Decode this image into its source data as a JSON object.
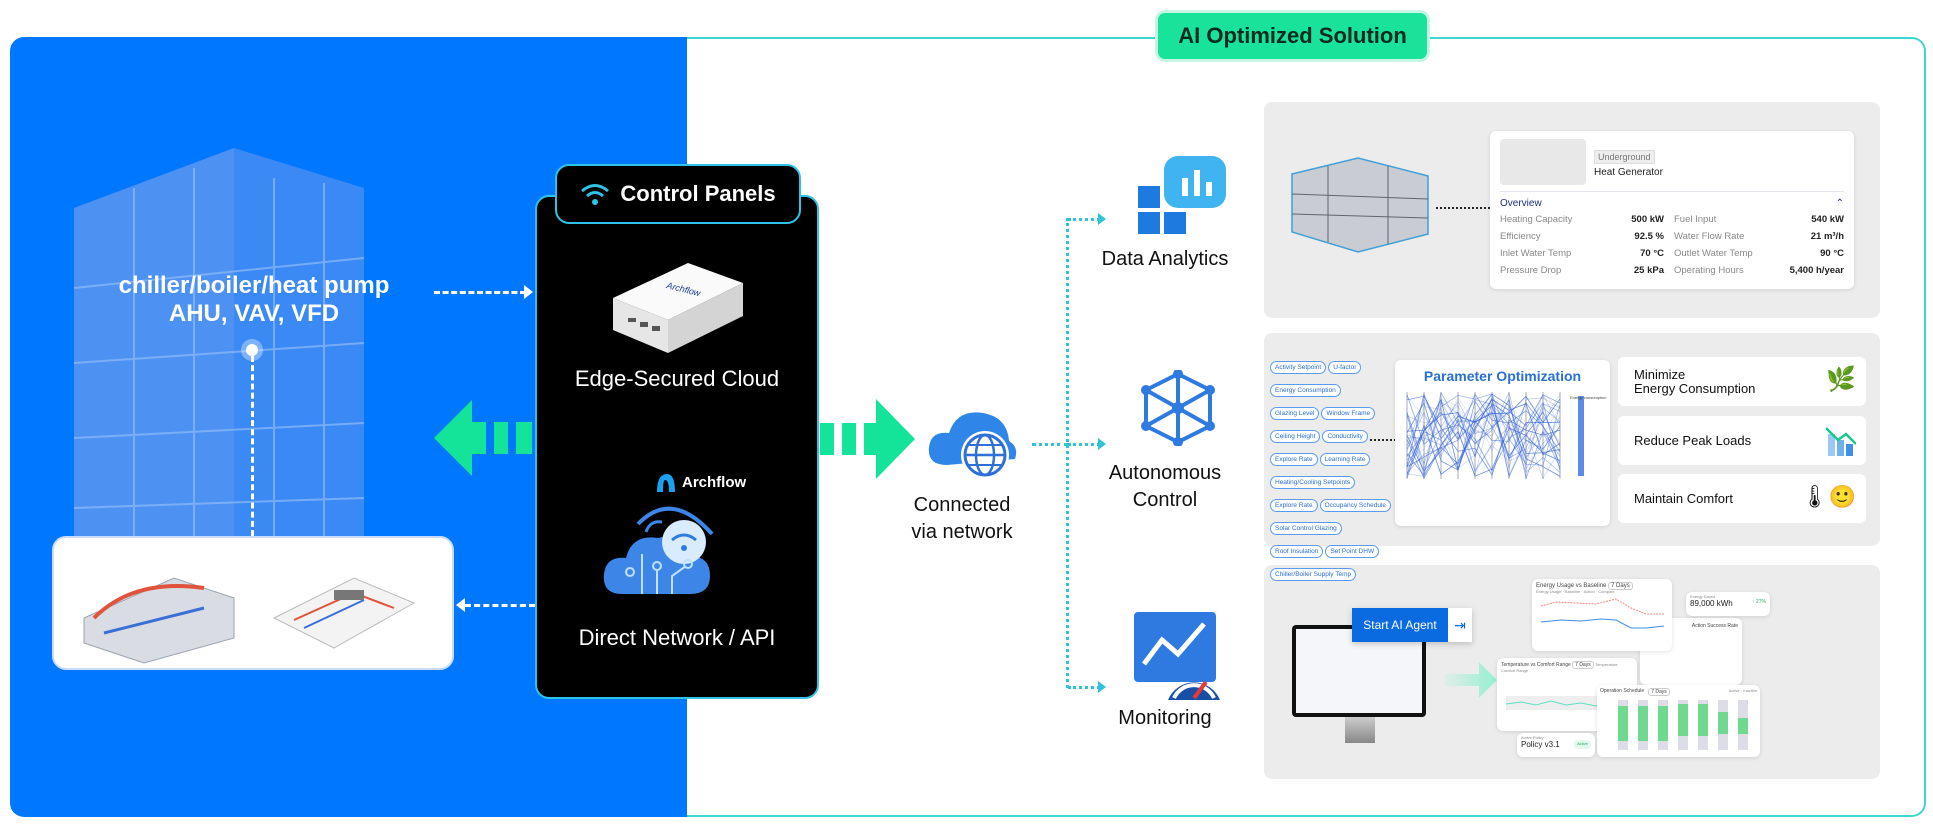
{
  "badge": "AI Optimized Solution",
  "building": {
    "line1": "chiller/boiler/heat pump",
    "line2": "AHU, VAV, VFD"
  },
  "control_panels": {
    "title": "Control Panels",
    "device_brand": "Archflow",
    "edge_label": "Edge-Secured Cloud",
    "brand": "Archflow",
    "direct_label": "Direct Network / API"
  },
  "network": {
    "line1": "Connected",
    "line2": "via network"
  },
  "features": [
    {
      "label": "Data Analytics",
      "icon": "bar-chart-icon"
    },
    {
      "label1": "Autonomous",
      "label2": "Control",
      "icon": "neural-network-icon"
    },
    {
      "label": "Monitoring",
      "icon": "gauge-icon"
    }
  ],
  "analytics_card": {
    "tag": "Underground",
    "name": "Heat Generator",
    "section": "Overview",
    "rows": [
      {
        "k1": "Heating Capacity",
        "v1": "500 kW",
        "k2": "Fuel Input",
        "v2": "540 kW"
      },
      {
        "k1": "Efficiency",
        "v1": "92.5 %",
        "k2": "Water Flow Rate",
        "v2": "21 m³/h"
      },
      {
        "k1": "Inlet Water Temp",
        "v1": "70 °C",
        "k2": "Outlet Water Temp",
        "v2": "90 °C"
      },
      {
        "k1": "Pressure Drop",
        "v1": "25 kPa",
        "k2": "Operating Hours",
        "v2": "5,400 h/year"
      }
    ]
  },
  "parameters": [
    [
      "Activity Setpoint",
      "U-factor"
    ],
    [
      "Energy Consumption"
    ],
    [
      "Glazing Level",
      "Window Frame"
    ],
    [
      "Ceiling Height",
      "Conductivity"
    ],
    [
      "Explore Rate",
      "Learning Rate"
    ],
    [
      "Heating/Cooling Setpoints"
    ],
    [
      "Explore Rate",
      "Occupancy Schedule"
    ],
    [
      "Solar Control Glazing"
    ],
    [
      "Roof Insulation",
      "Set Point DHW"
    ],
    [
      "Chiller/Boiler Supply Temp"
    ]
  ],
  "optimization": {
    "title": "Parameter Optimization",
    "legend": "Energy consumption"
  },
  "goals": [
    {
      "label": "Minimize\nEnergy Consumption",
      "icon": "leaf-plug-icon"
    },
    {
      "label": "Reduce Peak Loads",
      "icon": "declining-bars-icon"
    },
    {
      "label": "Maintain Comfort",
      "icon": "thermometer-smiley-icon"
    }
  ],
  "monitoring": {
    "start_button": "Start AI Agent",
    "energy_chart": {
      "title": "Energy Usage vs Baseline",
      "range": "7 Days",
      "legend": [
        "Energy Usage",
        "Baseline",
        "Action"
      ],
      "compare": "Compare"
    },
    "energy_saved": {
      "label": "Energy Saved",
      "value": "89,000 kWh",
      "delta": "↑ 27%"
    },
    "success": "Action Success Rate",
    "temp_chart": {
      "title": "Temperature vs Comfort Range",
      "range": "7 Days",
      "legend": [
        "Temperature",
        "Comfort Range"
      ]
    },
    "schedule": {
      "title": "Operation Schedule",
      "range": "7 Days",
      "legend": [
        "Active",
        "Inactive"
      ]
    },
    "policy": {
      "label": "Active Policy",
      "value": "Policy v3.1",
      "status": "Active"
    }
  },
  "colors": {
    "blue": "#0077ff",
    "green": "#14e39a",
    "teal": "#3dd6d0",
    "black": "#000000"
  }
}
